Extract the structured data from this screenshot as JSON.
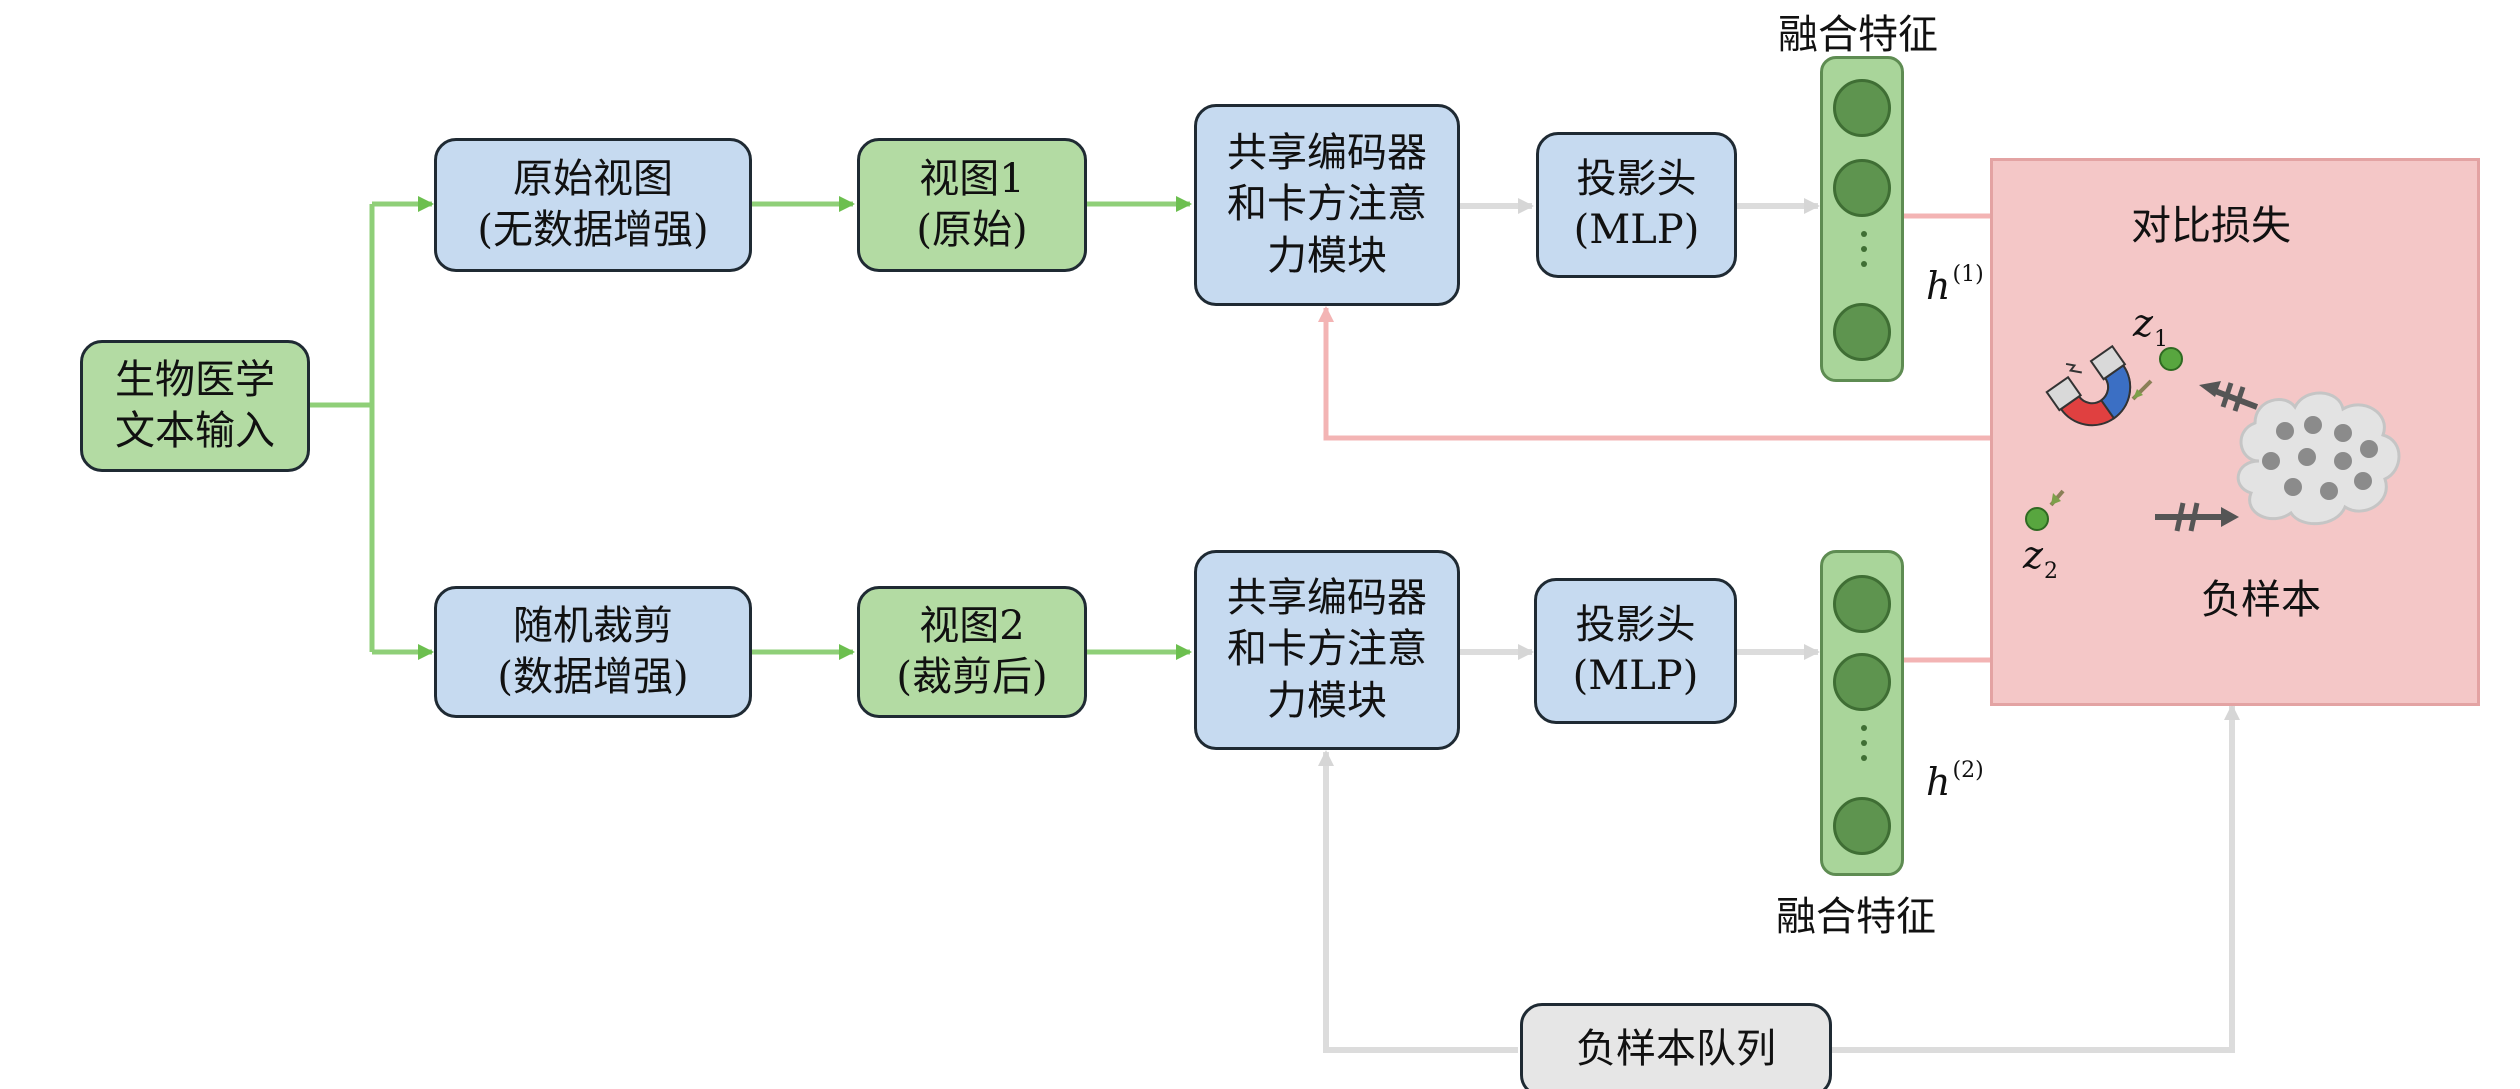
{
  "nodes": {
    "input": {
      "line1": "生物医学",
      "line2": "文本输入"
    },
    "view_orig": {
      "line1": "原始视图",
      "line2": "(无数据增强)"
    },
    "view_crop": {
      "line1": "随机裁剪",
      "line2": "(数据增强)"
    },
    "view1": {
      "line1": "视图1",
      "line2": "(原始)"
    },
    "view2": {
      "line1": "视图2",
      "line2": "(裁剪后)"
    },
    "encoder_top": {
      "line1": "共享编码器",
      "line2": "和卡方注意",
      "line3": "力模块"
    },
    "encoder_bottom": {
      "line1": "共享编码器",
      "line2": "和卡方注意",
      "line3": "力模块"
    },
    "proj_top": {
      "line1": "投影头",
      "line2": "(MLP)"
    },
    "proj_bottom": {
      "line1": "投影头",
      "line2": "(MLP)"
    },
    "queue": {
      "label": "负样本队列"
    }
  },
  "features": {
    "top_label": "融合特征",
    "bottom_label": "融合特征",
    "h1": {
      "base": "h",
      "sup": "(1)"
    },
    "h2": {
      "base": "h",
      "sup": "(2)"
    }
  },
  "loss": {
    "title": "对比损失",
    "z1": {
      "base": "z",
      "sub": "1"
    },
    "z2": {
      "base": "z",
      "sub": "2"
    },
    "negatives_label": "负样本"
  },
  "colors": {
    "blue_box": "#c6daf0",
    "green_box": "#b3dba3",
    "gray_box": "#e6e6e6",
    "green_arrow": "#8fcf78",
    "gray_arrow": "#dcdcdc",
    "pink_arrow": "#f3b4b4",
    "loss_panel": "#f4c7c7"
  },
  "icons": [
    "magnet-icon",
    "cloud-icon",
    "blocked-arrow-icon"
  ]
}
